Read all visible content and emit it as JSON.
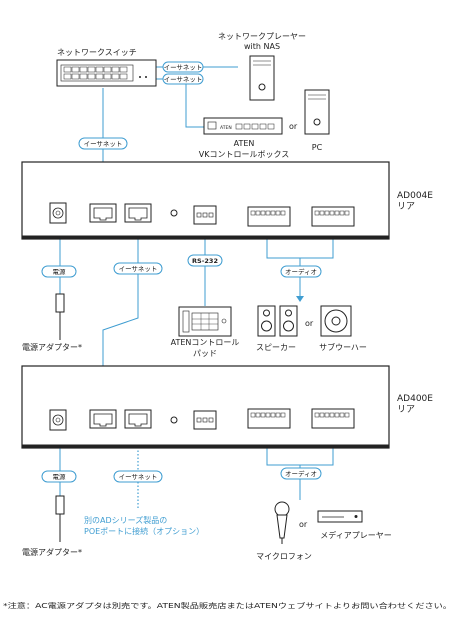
{
  "labels": {
    "network_switch": "ネットワークスイッチ",
    "network_player_line1": "ネットワークプレーヤー",
    "network_player_line2": "with NAS",
    "ethernet_1": "イーサネット",
    "ethernet_2": "イーサネット",
    "ethernet_3": "イーサネット",
    "ethernet_4": "イーサネット",
    "ethernet_5": "イーサネット",
    "or_1": "or",
    "or_2": "or",
    "or_3": "or",
    "aten": "ATEN",
    "vk_box": "VKコントロールボックス",
    "pc": "PC",
    "ad004e_model": "AD004E",
    "ad004e_side": "リア",
    "ad400e_model": "AD400E",
    "ad400e_side": "リア",
    "power_1": "電源",
    "power_2": "電源",
    "rs232": "RS-232",
    "audio_1": "オーディオ",
    "audio_2": "オーディオ",
    "power_adapter_1": "電源アダプター*",
    "power_adapter_2": "電源アダプター*",
    "control_pad_line1": "ATENコントロール",
    "control_pad_line2": "パッド",
    "speaker": "スピーカー",
    "subwoofer": "サブウーハー",
    "poe_note_line1": "別のADシリーズ製品の",
    "poe_note_line2": "POEポートに接続（オプション）",
    "microphone": "マイクロフォン",
    "media_player": "メディアプレーヤー",
    "footnote": "*注意：AC電源アダプタは別売です。ATEN製品販売店またはATENウェブサイトよりお問い合わせください。"
  },
  "colors": {
    "cable": "#3f9dd1",
    "outline": "#222222",
    "pill_fill": "#ffffff"
  }
}
